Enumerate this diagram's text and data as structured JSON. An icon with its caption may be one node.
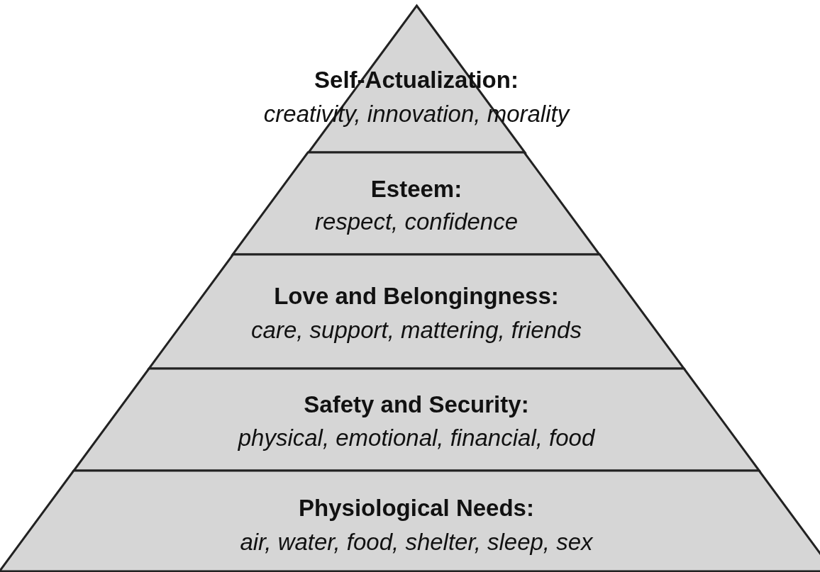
{
  "diagram": {
    "nodes": [
      {
        "text": [
          "Self-Actualization:",
          "creativity, innovation, morality"
        ]
      },
      {
        "text": [
          "Esteem:",
          "respect, confidence"
        ]
      },
      {
        "text": [
          "Love and Belongingness:",
          "care, support, mattering, friends"
        ]
      },
      {
        "text": [
          "Safety and Security:",
          "physical, emotional, financial, food"
        ]
      },
      {
        "text": [
          "Physiological Needs:",
          "air, water, food, shelter, sleep, sex"
        ]
      }
    ]
  }
}
